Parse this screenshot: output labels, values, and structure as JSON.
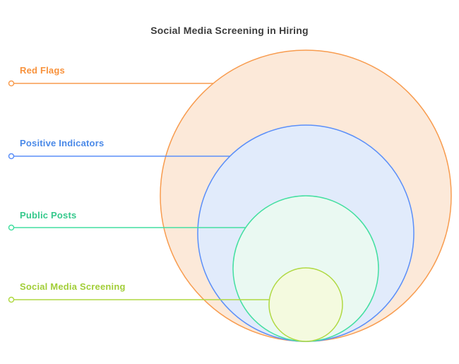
{
  "title": "Social Media Screening in Hiring",
  "diagram": {
    "type": "nested-circles",
    "rings": [
      {
        "label": "Red Flags",
        "stroke": "#F89C4F",
        "fill": "#FCE9D9",
        "label_color": "#F8923C"
      },
      {
        "label": "Positive Indicators",
        "stroke": "#5B8FF9",
        "fill": "#E1EBFB",
        "label_color": "#4A89E8"
      },
      {
        "label": "Public Posts",
        "stroke": "#44DFA1",
        "fill": "#EAF9F2",
        "label_color": "#35C98C"
      },
      {
        "label": "Social Media Screening",
        "stroke": "#B0D943",
        "fill": "#F4FADF",
        "label_color": "#A2CE39"
      }
    ],
    "marker_fill": "#ffffff"
  }
}
